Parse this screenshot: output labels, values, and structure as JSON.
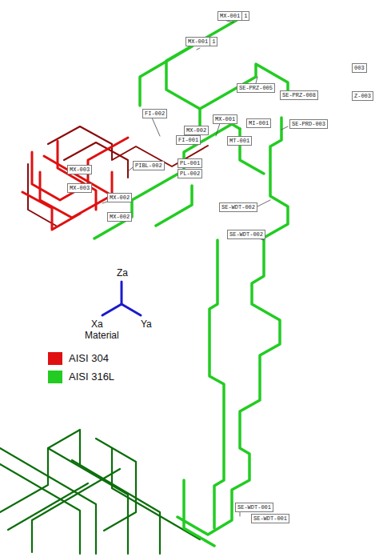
{
  "diagram": {
    "nodes": [
      {
        "text": [
          "MX-001"
        ]
      },
      {
        "text": [
          "1"
        ]
      },
      {
        "text": [
          "MX-001"
        ]
      },
      {
        "text": [
          "1"
        ]
      },
      {
        "text": [
          "003"
        ]
      },
      {
        "text": [
          "SE-PRZ-005"
        ]
      },
      {
        "text": [
          "SE-PRZ-008"
        ]
      },
      {
        "text": [
          "Z-003"
        ]
      },
      {
        "text": [
          "FI-002"
        ]
      },
      {
        "text": [
          "MX-001"
        ]
      },
      {
        "text": [
          "MI-001"
        ]
      },
      {
        "text": [
          "SE-PRD-003"
        ]
      },
      {
        "text": [
          "MX-002"
        ]
      },
      {
        "text": [
          "FI-001"
        ]
      },
      {
        "text": [
          "MT-001"
        ]
      },
      {
        "text": [
          "PIBL-002"
        ]
      },
      {
        "text": [
          "PL-001"
        ]
      },
      {
        "text": [
          "MX-003"
        ]
      },
      {
        "text": [
          "PL-002"
        ]
      },
      {
        "text": [
          "MX-003"
        ]
      },
      {
        "text": [
          "MX-002"
        ]
      },
      {
        "text": [
          "SE-WDT-002"
        ]
      },
      {
        "text": [
          "MX-002"
        ]
      },
      {
        "text": [
          "SE-WDT-002"
        ]
      },
      {
        "text": [
          "SE-WDT-001"
        ]
      },
      {
        "text": [
          "SE-WDT-001"
        ]
      }
    ],
    "labels": [
      "Za",
      "Xa",
      "Ya",
      "Material"
    ],
    "legend": [
      {
        "text": "AISI 304",
        "color": "#e01010"
      },
      {
        "text": "AISI 316L",
        "color": "#22cc22"
      }
    ]
  }
}
